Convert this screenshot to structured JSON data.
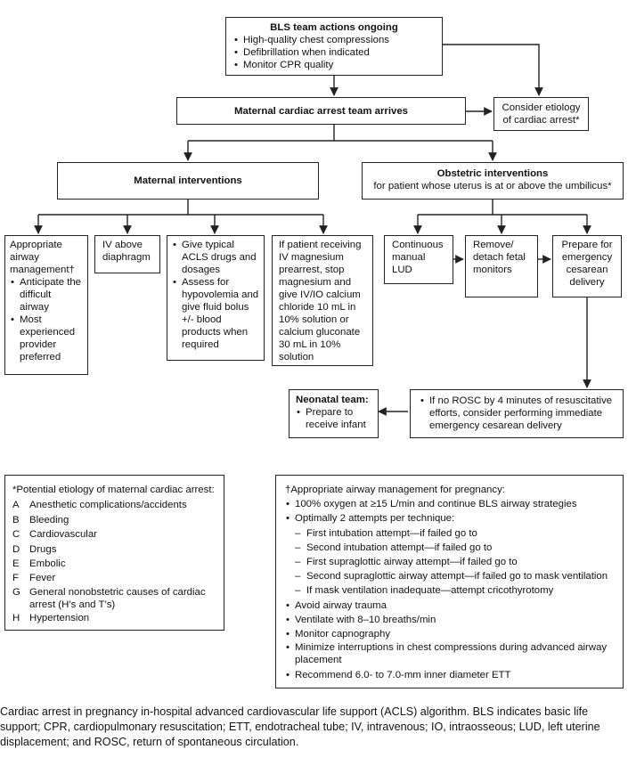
{
  "bls": {
    "title": "BLS team actions ongoing",
    "items": [
      "High-quality chest compressions",
      "Defibrillation when indicated",
      "Monitor CPR quality"
    ]
  },
  "team_arrives": "Maternal cardiac arrest team arrives",
  "etiology_box": "Consider etiology of cardiac arrest*",
  "maternal": {
    "title": "Maternal interventions",
    "airway": {
      "title": "Appropriate airway management†",
      "items": [
        "Anticipate the difficult airway",
        "Most experienced provider preferred"
      ]
    },
    "iv": "IV above diaphragm",
    "acls": {
      "items": [
        "Give typical ACLS drugs and dosages",
        "Assess for hypovolemia and give fluid bolus +/- blood products when required"
      ]
    },
    "magnesium": "If patient receiving IV magnesium prearrest, stop magnesium and give IV/IO calcium chloride 10 mL in 10% solution or calcium gluconate 30 mL in 10% solution"
  },
  "obstetric": {
    "title": "Obstetric interventions",
    "subtitle": "for patient whose uterus is at or above the umbilicus*",
    "lud": "Continuous manual LUD",
    "monitors": "Remove/ detach fetal monitors",
    "cesarean": "Prepare for emergency cesarean delivery"
  },
  "neonatal": {
    "title": "Neonatal team:",
    "items": [
      "Prepare to receive infant"
    ]
  },
  "rosc": {
    "items": [
      "If no ROSC by 4 minutes of resuscitative efforts, consider performing immediate emergency cesarean delivery"
    ]
  },
  "etiology_legend": {
    "title": "*Potential etiology of maternal cardiac arrest:",
    "items": [
      {
        "letter": "A",
        "text": "Anesthetic complications/accidents"
      },
      {
        "letter": "B",
        "text": "Bleeding"
      },
      {
        "letter": "C",
        "text": "Cardiovascular"
      },
      {
        "letter": "D",
        "text": "Drugs"
      },
      {
        "letter": "E",
        "text": "Embolic"
      },
      {
        "letter": "F",
        "text": "Fever"
      },
      {
        "letter": "G",
        "text": "General nonobstetric causes of cardiac arrest (H’s and T’s)"
      },
      {
        "letter": "H",
        "text": "Hypertension"
      }
    ]
  },
  "airway_legend": {
    "title": "†Appropriate airway management for pregnancy:",
    "item1": "100% oxygen at ≥15 L/min and continue BLS airway strategies",
    "item2": "Optimally 2 attempts per technique:",
    "subitems": [
      "First intubation attempt—if failed go to",
      "Second intubation attempt—if failed go to",
      "First supraglottic airway attempt—if failed go to",
      "Second supraglottic airway attempt—if failed go to mask ventilation",
      "If mask ventilation inadequate—attempt cricothyrotomy"
    ],
    "items_rest": [
      "Avoid airway trauma",
      "Ventilate with 8–10 breaths/min",
      "Monitor capnography",
      "Minimize interruptions in chest compressions during advanced airway placement",
      "Recommend 6.0- to 7.0-mm inner diameter ETT"
    ]
  },
  "caption": "Cardiac arrest in pregnancy in-hospital advanced cardiovascular life support (ACLS) algorithm. BLS indicates basic life support; CPR, cardiopulmonary resuscitation; ETT, endotracheal tube; IV, intravenous; IO, intraosseous; LUD, left uterine displacement; and ROSC, return of spontaneous circulation."
}
